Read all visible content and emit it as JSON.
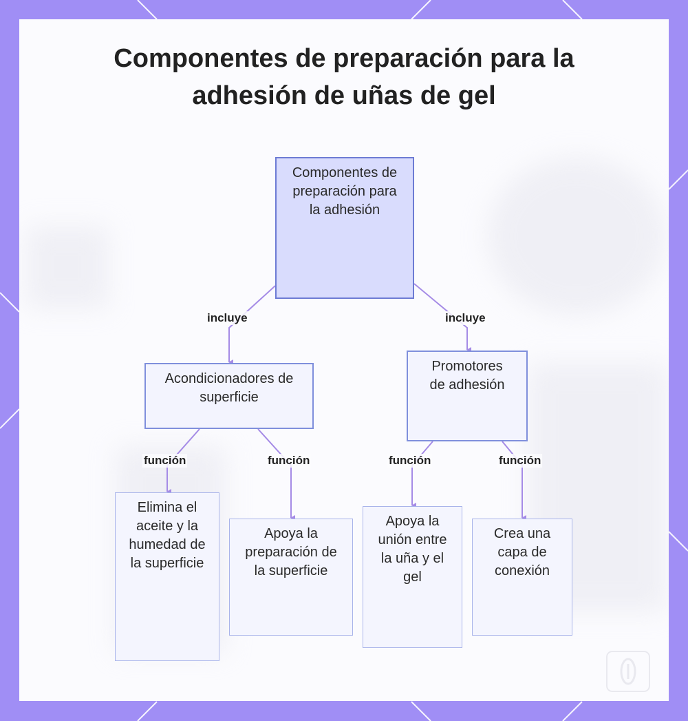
{
  "title": {
    "line1": "Componentes de preparación para la",
    "line2": "adhesión de uñas de gel"
  },
  "nodes": {
    "root": "Componentes de preparación para la adhesión",
    "acondicionadores": "Acondicionadores de superficie",
    "promotores": "Promotores de adhesión",
    "elimina": "Elimina el aceite y la humedad de la superficie",
    "apoya_preparacion": "Apoya la preparación de la superficie",
    "apoya_union": "Apoya la unión entre la uña y el gel",
    "crea_capa": "Crea una capa de conexión"
  },
  "edge_labels": {
    "root_to_acondicionadores": "incluye",
    "root_to_promotores": "incluye",
    "acond_to_elimina": "función",
    "acond_to_apoya": "función",
    "promo_to_union": "función",
    "promo_to_capa": "función"
  },
  "colors": {
    "frame": "#a08ef5",
    "edge": "#a58be6",
    "node_border": "#7f8fdc",
    "root_fill": "#d9dcfd"
  }
}
